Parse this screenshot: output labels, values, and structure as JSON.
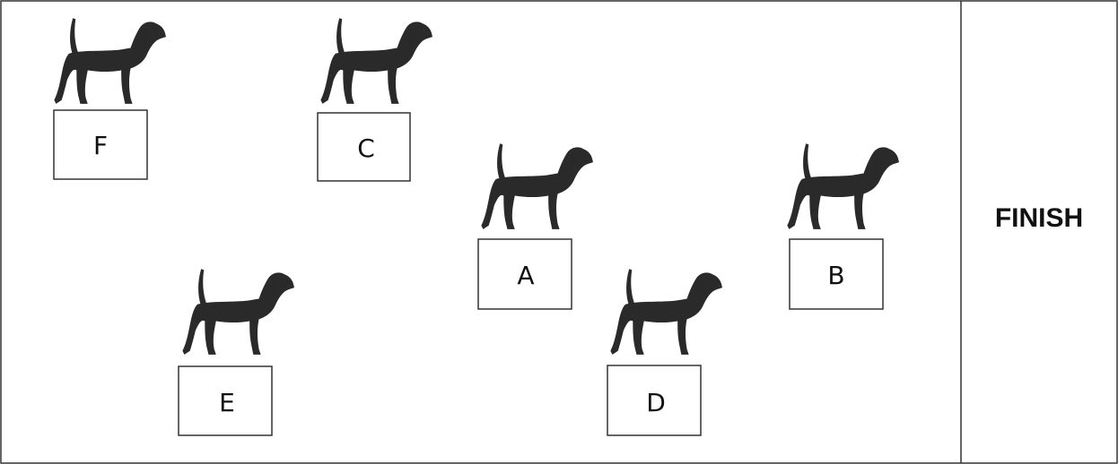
{
  "finish_label": "FINISH",
  "colors": {
    "border": "#333333",
    "dog_fill": "#2a2a2a",
    "label_text": "#111111"
  },
  "dogs": [
    {
      "label": "F",
      "icon": "dog-silhouette-icon"
    },
    {
      "label": "C",
      "icon": "dog-silhouette-icon"
    },
    {
      "label": "A",
      "icon": "dog-silhouette-icon"
    },
    {
      "label": "B",
      "icon": "dog-silhouette-icon"
    },
    {
      "label": "E",
      "icon": "dog-silhouette-icon"
    },
    {
      "label": "D",
      "icon": "dog-silhouette-icon"
    }
  ]
}
